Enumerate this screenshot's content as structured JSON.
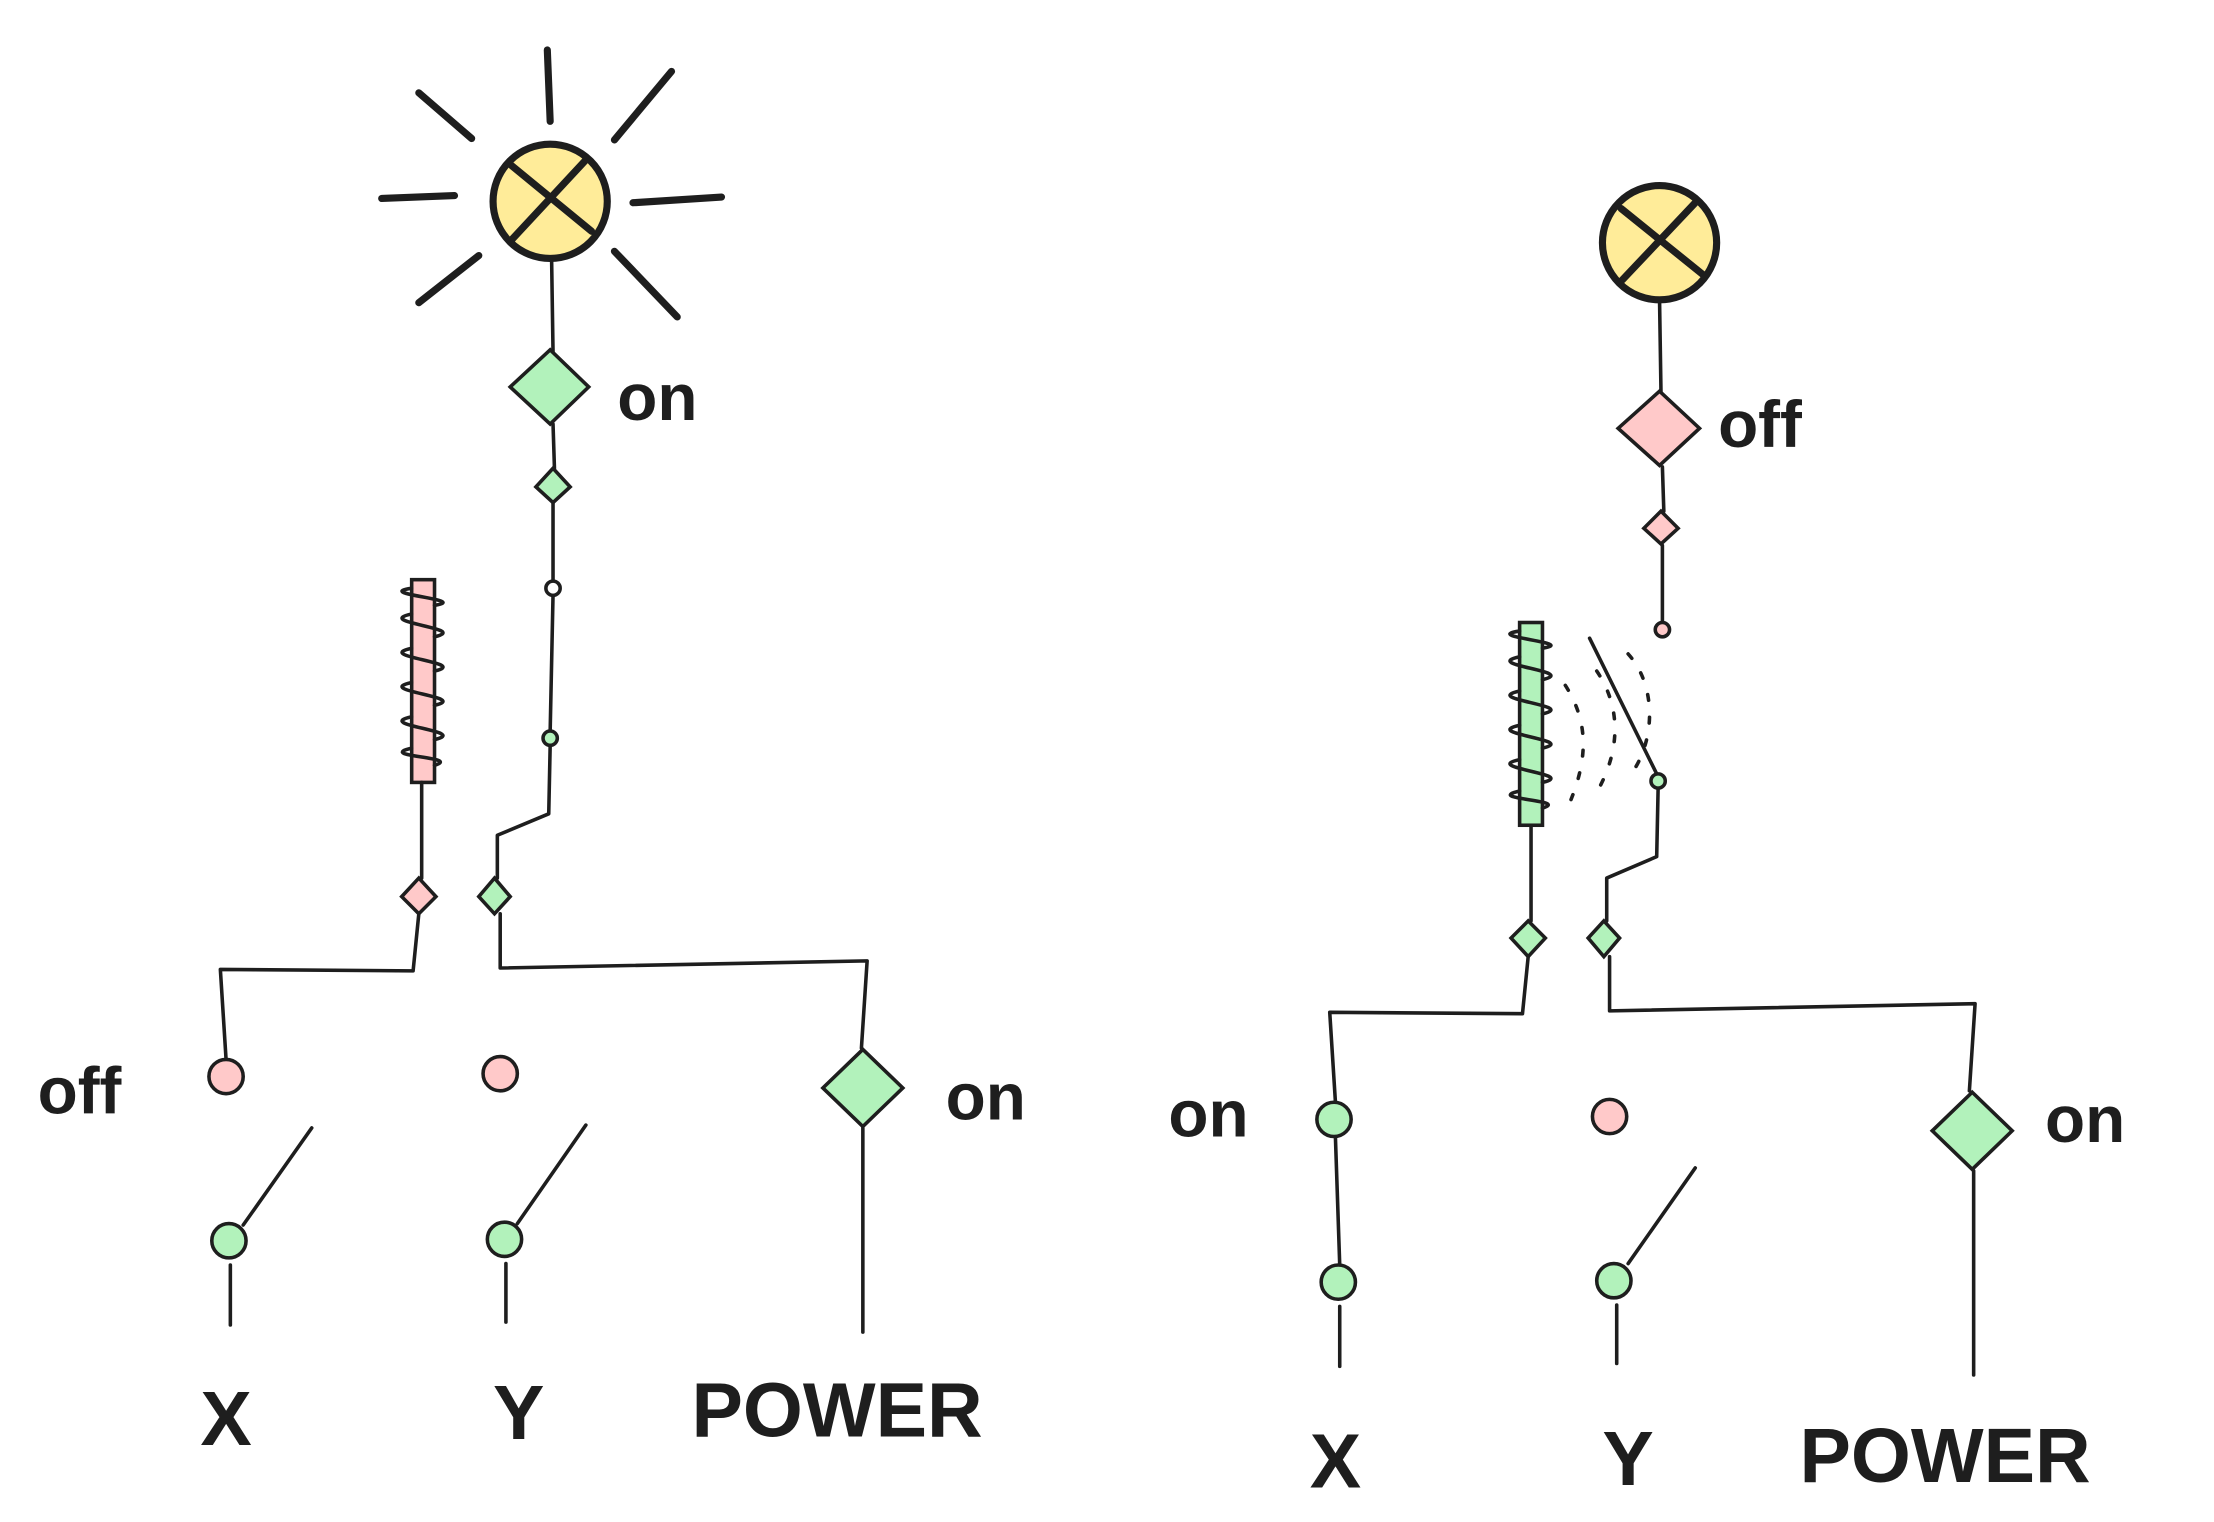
{
  "colors": {
    "on": "#b2f2bb",
    "off": "#ffc9c9",
    "bulb": "#ffec99",
    "stroke": "#1e1e1e"
  },
  "left": {
    "lamp_state": "lit",
    "lamp_label": "on",
    "relay_input_label": "off",
    "power_label": "on",
    "inputs": [
      "X",
      "Y",
      "POWER"
    ]
  },
  "right": {
    "lamp_state": "dark",
    "lamp_label": "off",
    "relay_input_label": "on",
    "power_label": "on",
    "inputs": [
      "X",
      "Y",
      "POWER"
    ]
  }
}
